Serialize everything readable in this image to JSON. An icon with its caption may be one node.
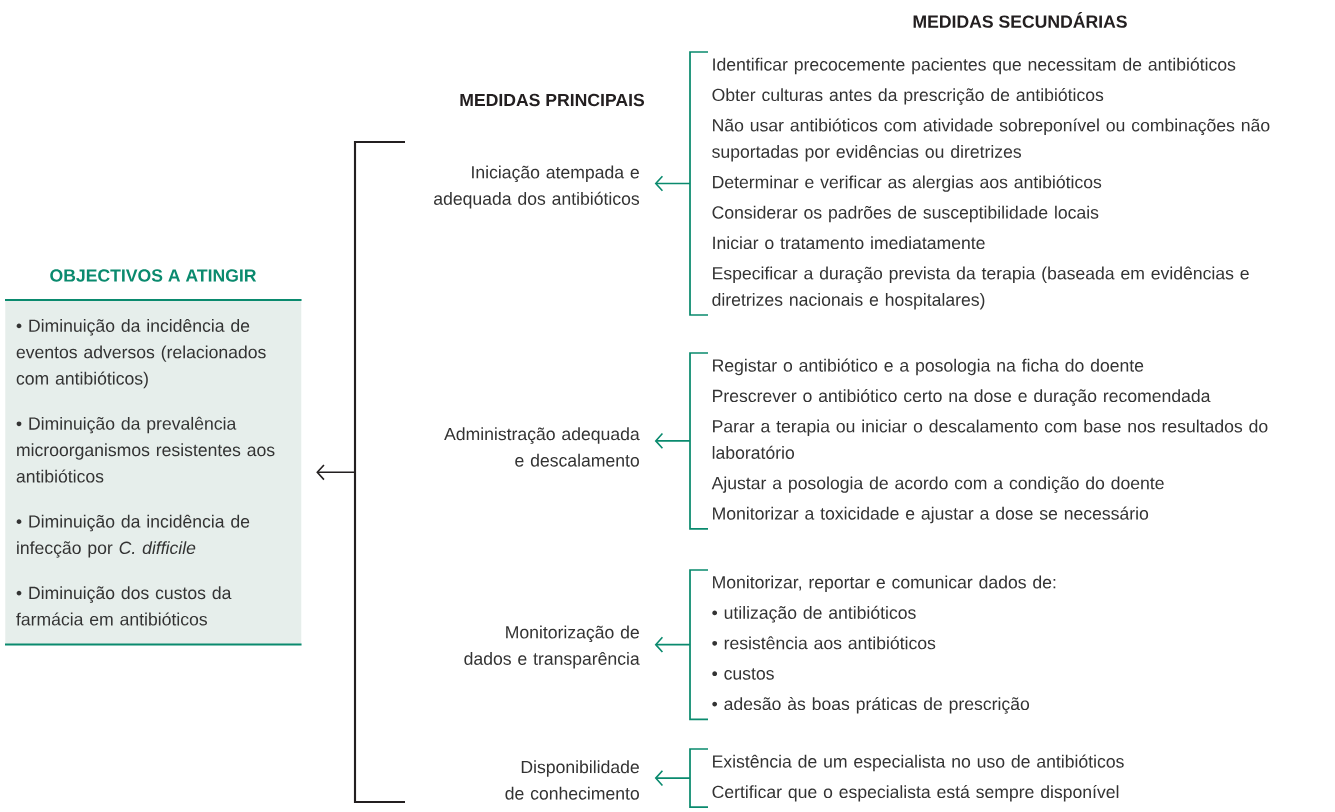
{
  "diagram": {
    "nodes": [
      {
        "text": [
          "OBJECTIVOS A ATINGIR",
          "• Diminuição da incidência de eventos adversos (relacionados com antibióticos)",
          "• Diminuição da prevalência microorganismos resistentes aos antibióticos",
          "• Diminuição da incidência de infecção por *C. difficile*",
          "• Diminuição dos custos da farmácia em antibióticos"
        ]
      },
      {
        "text": [],
        "shape": "bracket"
      },
      {
        "text": [
          "Iniciação atempada e adequada dos antibióticos"
        ]
      },
      {
        "text": [
          "Identificar precocemente pacientes que necessitam de antibióticos",
          "Obter culturas antes da prescrição de antibióticos",
          "Não usar antibióticos com atividade sobreponível ou combinações não suportadas por evidências ou diretrizes",
          "Determinar e verificar as alergias aos antibióticos",
          "Considerar os padrões de susceptibilidade locais",
          "Iniciar o tratamento imediatamente",
          "Especificar a duração prevista da terapia (baseada em evidências e diretrizes nacionais e hospitalares)"
        ]
      },
      {
        "text": [
          "Administração adequada e descalamento"
        ]
      },
      {
        "text": [
          "Registar o antibiótico e a posologia na ficha do doente",
          "Prescrever o antibiótico certo na dose e duração recomendada",
          "Parar a terapia ou iniciar o descalamento com base nos resultados do laboratório",
          "Ajustar a posologia de acordo com a condição do doente",
          "Monitorizar a toxicidade e ajustar a dose se necessário"
        ]
      },
      {
        "text": [
          "Monitorização de dados e transparência"
        ]
      },
      {
        "text": [
          "Monitorizar, reportar e comunicar dados de:",
          "• utilização de antibióticos",
          "• resistência aos antibióticos",
          "• custos",
          "• adesão às boas práticas de prescrição"
        ]
      },
      {
        "text": [
          "Disponibilidade de conhecimento"
        ]
      },
      {
        "text": [
          "Existência de um especialista no uso de antibióticos",
          "Certificar que o especialista está sempre disponível"
        ]
      }
    ],
    "edges": [
      {
        "from": 1,
        "to": 0,
        "arrow": "to",
        "color": "#231f20"
      },
      {
        "from": 3,
        "to": 2,
        "arrow": "to"
      },
      {
        "from": 5,
        "to": 4,
        "arrow": "to"
      },
      {
        "from": 7,
        "to": 6,
        "arrow": "to"
      },
      {
        "from": 9,
        "to": 8,
        "arrow": "to"
      }
    ],
    "labels": [
      "MEDIDAS SECUNDÁRIAS",
      "MEDIDAS PRINCIPAIS"
    ]
  }
}
